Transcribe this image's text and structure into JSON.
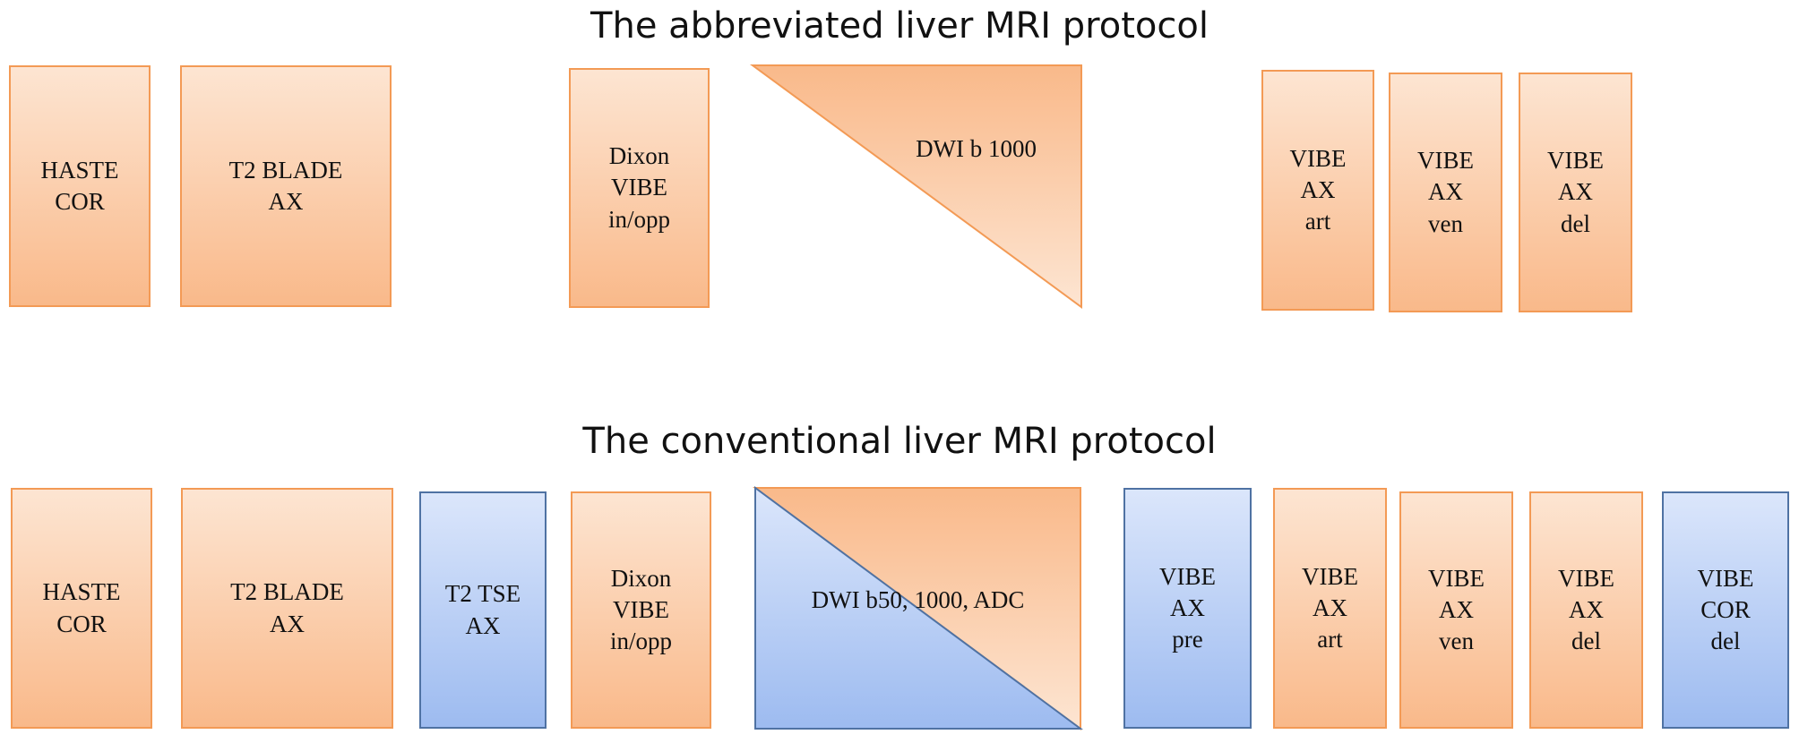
{
  "abbreviated": {
    "title": "The abbreviated liver MRI protocol",
    "sequences": [
      {
        "lines": [
          "HASTE",
          "COR"
        ],
        "color": "orange"
      },
      {
        "lines": [
          "T2 BLADE",
          "AX"
        ],
        "color": "orange"
      },
      {
        "lines": [
          "Dixon",
          "VIBE",
          "in/opp"
        ],
        "color": "orange"
      },
      {
        "label": "DWI b 1000",
        "shape": "triangle-orange"
      },
      {
        "lines": [
          "VIBE",
          "AX",
          "art"
        ],
        "color": "orange"
      },
      {
        "lines": [
          "VIBE",
          "AX",
          "ven"
        ],
        "color": "orange"
      },
      {
        "lines": [
          "VIBE",
          "AX",
          "del"
        ],
        "color": "orange"
      }
    ]
  },
  "conventional": {
    "title": "The conventional  liver MRI protocol",
    "sequences": [
      {
        "lines": [
          "HASTE",
          "COR"
        ],
        "color": "orange"
      },
      {
        "lines": [
          "T2 BLADE",
          "AX"
        ],
        "color": "orange"
      },
      {
        "lines": [
          "T2 TSE",
          "AX"
        ],
        "color": "blue"
      },
      {
        "lines": [
          "Dixon",
          "VIBE",
          "in/opp"
        ],
        "color": "orange"
      },
      {
        "label": "DWI b50, 1000, ADC",
        "shape": "split-orange-blue"
      },
      {
        "lines": [
          "VIBE",
          "AX",
          "pre"
        ],
        "color": "blue"
      },
      {
        "lines": [
          "VIBE",
          "AX",
          "art"
        ],
        "color": "orange"
      },
      {
        "lines": [
          "VIBE",
          "AX",
          "ven"
        ],
        "color": "orange"
      },
      {
        "lines": [
          "VIBE",
          "AX",
          "del"
        ],
        "color": "orange"
      },
      {
        "lines": [
          "VIBE",
          "COR",
          "del"
        ],
        "color": "blue"
      }
    ]
  },
  "colors": {
    "orange_fill_top": "#fde5d2",
    "orange_fill_bottom": "#f9b98a",
    "orange_border": "#f39a55",
    "blue_fill_top": "#dbe6fb",
    "blue_fill_bottom": "#9dbbf0",
    "blue_border": "#4f72a3"
  }
}
